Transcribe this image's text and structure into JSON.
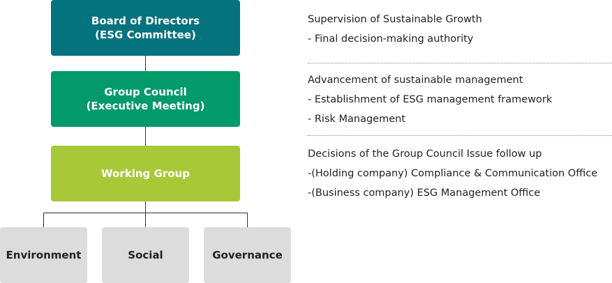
{
  "boxes": {
    "board": {
      "line1": "Board of Directors",
      "line2": "(ESG Committee)",
      "color": "#04737d"
    },
    "council": {
      "line1": "Group Council",
      "line2": "(Executive Meeting)",
      "color": "#039a6a"
    },
    "working": {
      "label": "Working Group",
      "color": "#a8c838"
    }
  },
  "subgroups": [
    {
      "label": "Environment"
    },
    {
      "label": "Social"
    },
    {
      "label": "Governance"
    }
  ],
  "descriptions": [
    {
      "title": "Supervision of Sustainable Growth",
      "items": [
        "- Final decision-making authority"
      ]
    },
    {
      "title": "Advancement of sustainable management",
      "items": [
        "- Establishment of ESG management framework",
        "- Risk Management"
      ]
    },
    {
      "title": "Decisions of the Group Council Issue follow up",
      "items": [
        "-(Holding company) Compliance & Communication Office",
        "-(Business company) ESG Management Office"
      ]
    }
  ]
}
